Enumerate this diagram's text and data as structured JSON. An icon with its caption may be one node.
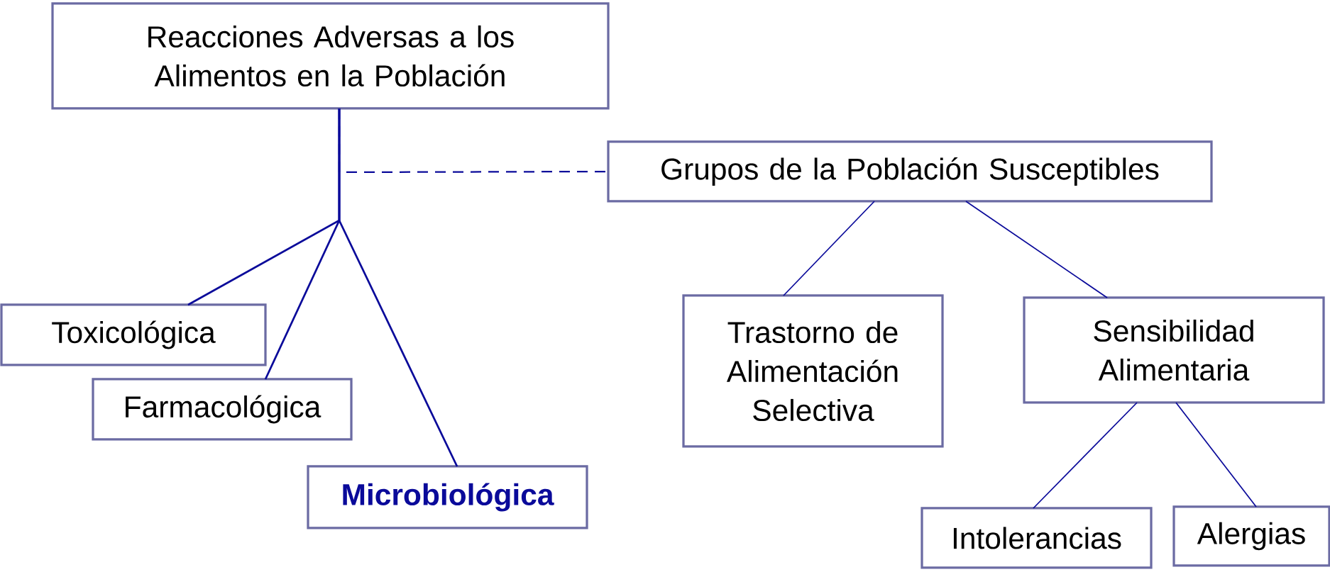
{
  "diagram": {
    "nodes": [
      {
        "text": [
          "Reacciones Adversas a los Alimentos en la Población"
        ]
      },
      {
        "text": [
          "Grupos de la Población Susceptibles"
        ]
      },
      {
        "text": [
          "Toxicológica"
        ]
      },
      {
        "text": [
          "Farmacológica"
        ]
      },
      {
        "text": [
          "Microbiológica"
        ]
      },
      {
        "text": [
          "Trastorno de Alimentación Selectiva"
        ]
      },
      {
        "text": [
          "Sensibilidad Alimentaria"
        ]
      },
      {
        "text": [
          "Intolerancias"
        ]
      },
      {
        "text": [
          "Alergias"
        ]
      }
    ],
    "edges": [
      {
        "from": 0,
        "to": 1,
        "arrow": "none",
        "style": "dashed"
      },
      {
        "from": 0,
        "to": 2,
        "arrow": "none"
      },
      {
        "from": 0,
        "to": 3,
        "arrow": "none"
      },
      {
        "from": 0,
        "to": 4,
        "arrow": "none"
      },
      {
        "from": 1,
        "to": 5,
        "arrow": "none"
      },
      {
        "from": 1,
        "to": 6,
        "arrow": "none"
      },
      {
        "from": 6,
        "to": 7,
        "arrow": "none"
      },
      {
        "from": 6,
        "to": 8,
        "arrow": "none"
      }
    ]
  }
}
